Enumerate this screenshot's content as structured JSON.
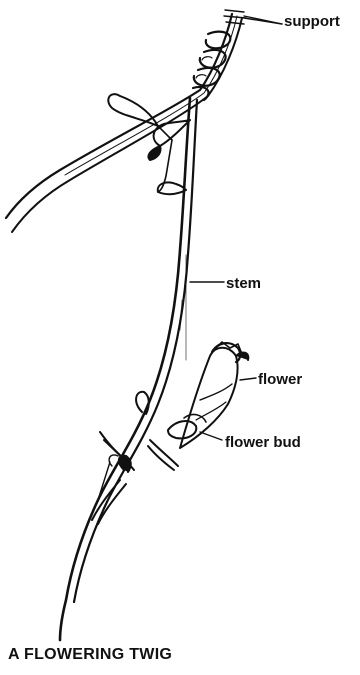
{
  "labels": {
    "support": "support",
    "stem": "stem",
    "flower": "flower",
    "flower_bud": "flower bud"
  },
  "caption": "A FLOWERING TWIG",
  "colors": {
    "ink": "#111111",
    "background": "#ffffff"
  }
}
